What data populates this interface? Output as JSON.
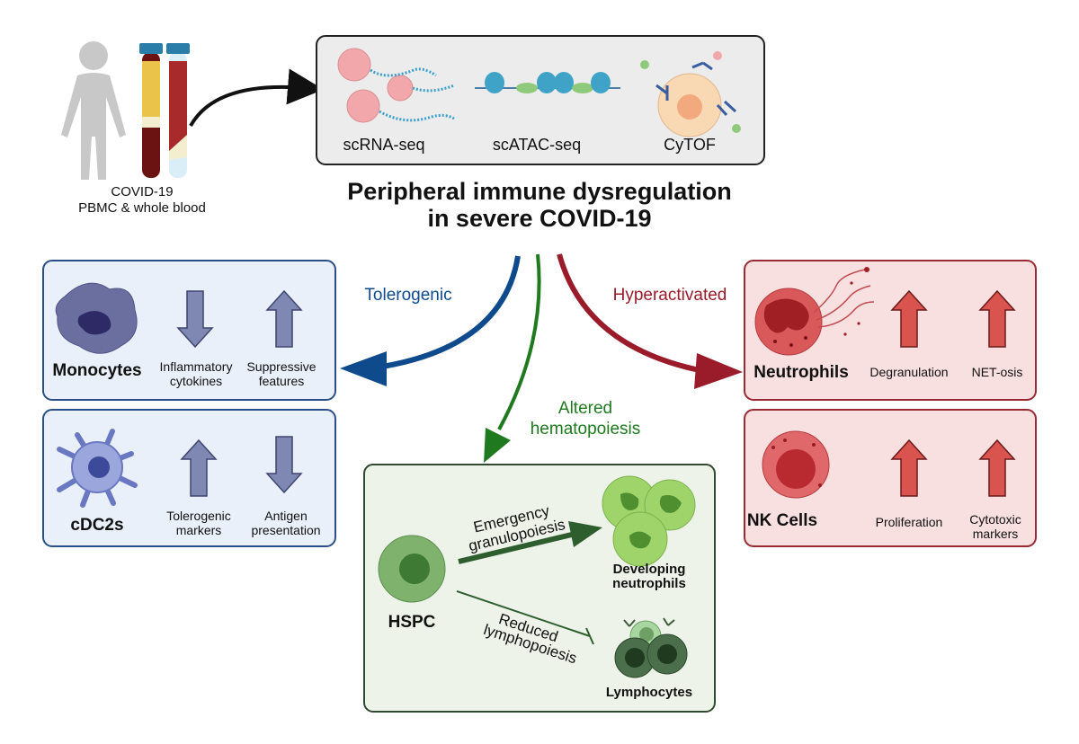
{
  "sample": {
    "line1": "COVID-19",
    "line2": "PBMC & whole blood"
  },
  "methods": [
    {
      "label": "scRNA-seq",
      "icon": "scrna-seq-icon"
    },
    {
      "label": "scATAC-seq",
      "icon": "scatac-seq-icon"
    },
    {
      "label": "CyTOF",
      "icon": "cytof-icon"
    }
  ],
  "title": {
    "line1": "Peripheral immune dysregulation",
    "line2": "in severe COVID-19"
  },
  "branches": {
    "tolerogenic": "Tolerogenic",
    "altered_line1": "Altered",
    "altered_line2": "hematopoiesis",
    "hyperactivated": "Hyperactivated"
  },
  "panels": {
    "monocytes": {
      "name": "Monocytes",
      "feature1": {
        "line1": "Inflammatory",
        "line2": "cytokines",
        "direction": "down"
      },
      "feature2": {
        "line1": "Suppressive",
        "line2": "features",
        "direction": "up"
      }
    },
    "cdc2s": {
      "name": "cDC2s",
      "feature1": {
        "line1": "Tolerogenic",
        "line2": "markers",
        "direction": "up"
      },
      "feature2": {
        "line1": "Antigen",
        "line2": "presentation",
        "direction": "down"
      }
    },
    "neutrophils": {
      "name": "Neutrophils",
      "feature1": {
        "line1": "Degranulation",
        "direction": "up"
      },
      "feature2": {
        "line1": "NET-osis",
        "direction": "up"
      }
    },
    "nk": {
      "name": "NK Cells",
      "feature1": {
        "line1": "Proliferation",
        "direction": "up"
      },
      "feature2": {
        "line1": "Cytotoxic",
        "line2": "markers",
        "direction": "up"
      }
    },
    "hspc": {
      "source": "HSPC",
      "emergency_line1": "Emergency",
      "emergency_line2": "granulopoiesis",
      "reduced_line1": "Reduced",
      "reduced_line2": "lymphopoiesis",
      "dev_line1": "Developing",
      "dev_line2": "neutrophils",
      "lymphocytes": "Lymphocytes"
    }
  },
  "colors": {
    "blue": "#0f4a8c",
    "green": "#1f7a1f",
    "red": "#9a1b2a",
    "blue_panel_fill": "#e9f0fa",
    "blue_panel_stroke": "#2a4f86",
    "red_panel_fill": "#f8dfe0",
    "red_panel_stroke": "#9a2a33",
    "green_panel_fill": "#eef3ea",
    "green_panel_stroke": "#2f4a2f",
    "down_arrow": "#8089b3",
    "red_arrow": "#d9534f"
  }
}
